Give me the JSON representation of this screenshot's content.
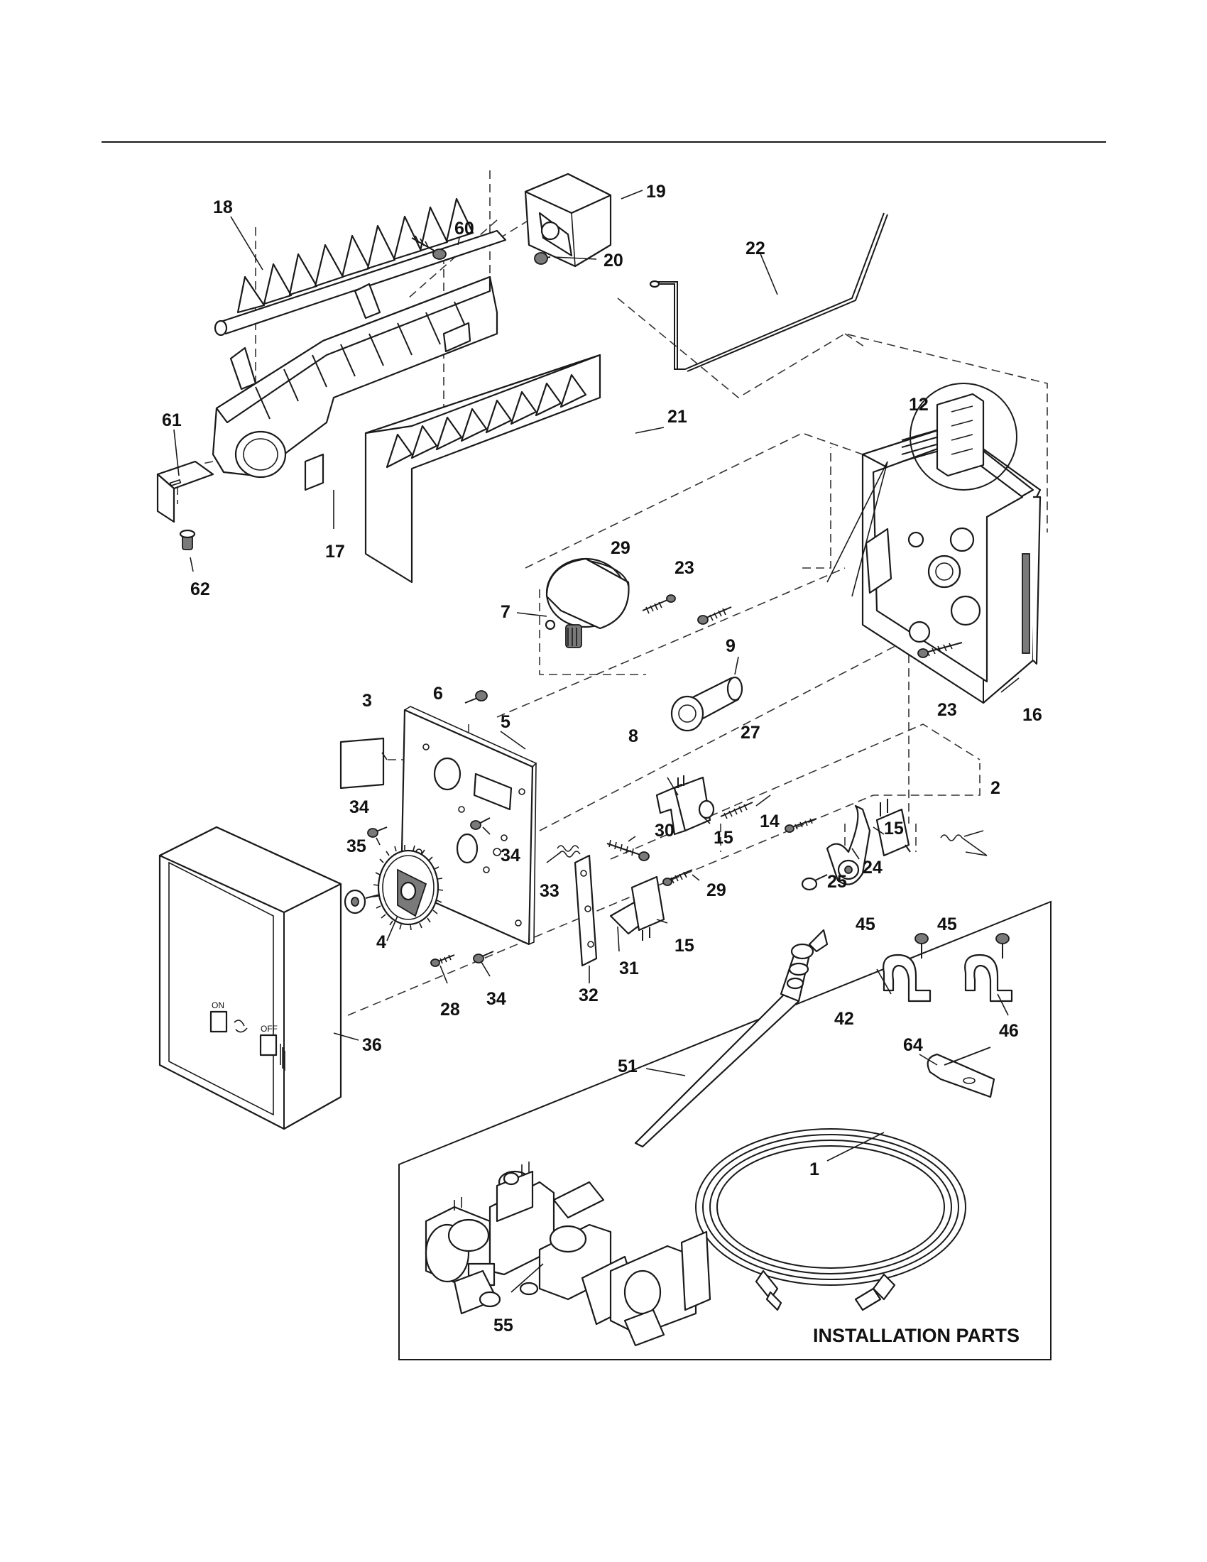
{
  "colors": {
    "ink": "#1a1a1a",
    "paper": "#ffffff"
  },
  "callouts": {
    "c1": "1",
    "c2": "2",
    "c3": "3",
    "c4": "4",
    "c5": "5",
    "c6": "6",
    "c7": "7",
    "c8": "8",
    "c9": "9",
    "c12": "12",
    "c14": "14",
    "c15a": "15",
    "c15b": "15",
    "c15c": "15",
    "c16": "16",
    "c17": "17",
    "c18": "18",
    "c19": "19",
    "c20": "20",
    "c21": "21",
    "c22": "22",
    "c23a": "23",
    "c23b": "23",
    "c24": "24",
    "c25": "25",
    "c27": "27",
    "c28": "28",
    "c29a": "29",
    "c29b": "29",
    "c30": "30",
    "c31": "31",
    "c32": "32",
    "c33": "33",
    "c34a": "34",
    "c34b": "34",
    "c34c": "34",
    "c35": "35",
    "c36": "36",
    "c42": "42",
    "c45a": "45",
    "c45b": "45",
    "c46": "46",
    "c51": "51",
    "c55": "55",
    "c60": "60",
    "c61": "61",
    "c62": "62",
    "c64": "64"
  },
  "installation_parts_title": "INSTALLATION PARTS",
  "switch_labels": {
    "on": "ON",
    "off": "OFF"
  }
}
